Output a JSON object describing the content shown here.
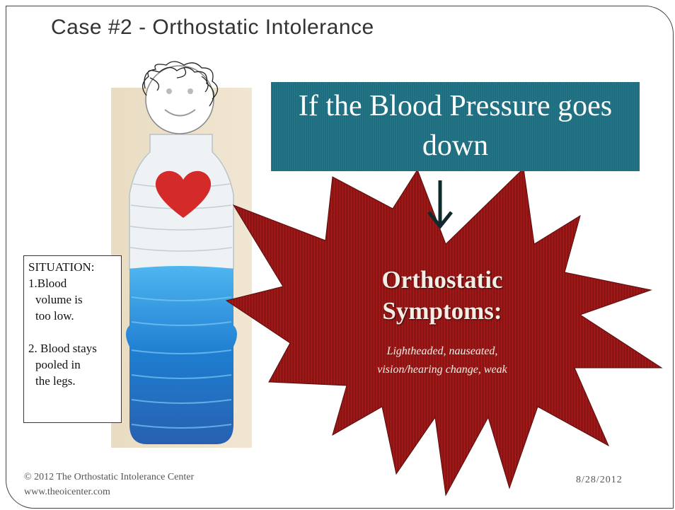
{
  "slide": {
    "title": "Case #2 - Orthostatic Intolerance",
    "banner": "If the Blood Pressure goes down",
    "situation": {
      "heading": "SITUATION:",
      "item1": "1.Blood",
      "item1b": "volume is",
      "item1c": "too low.",
      "item2": "2. Blood stays",
      "item2b": "pooled in",
      "item2c": "the legs."
    },
    "symptoms": {
      "heading_line1": "Orthostatic",
      "heading_line2": "Symptoms:",
      "list_line1": "Lightheaded, nauseated,",
      "list_line2": "vision/hearing change, weak"
    },
    "footer": {
      "copyright": "© 2012 The Orthostatic Intolerance Center",
      "website": "www.theoicenter.com",
      "date": "8/28/2012"
    }
  },
  "colors": {
    "banner": "#1d6e80",
    "starburst": "#8b1515",
    "heart": "#d42a2a",
    "water": "#2a8fd6"
  }
}
